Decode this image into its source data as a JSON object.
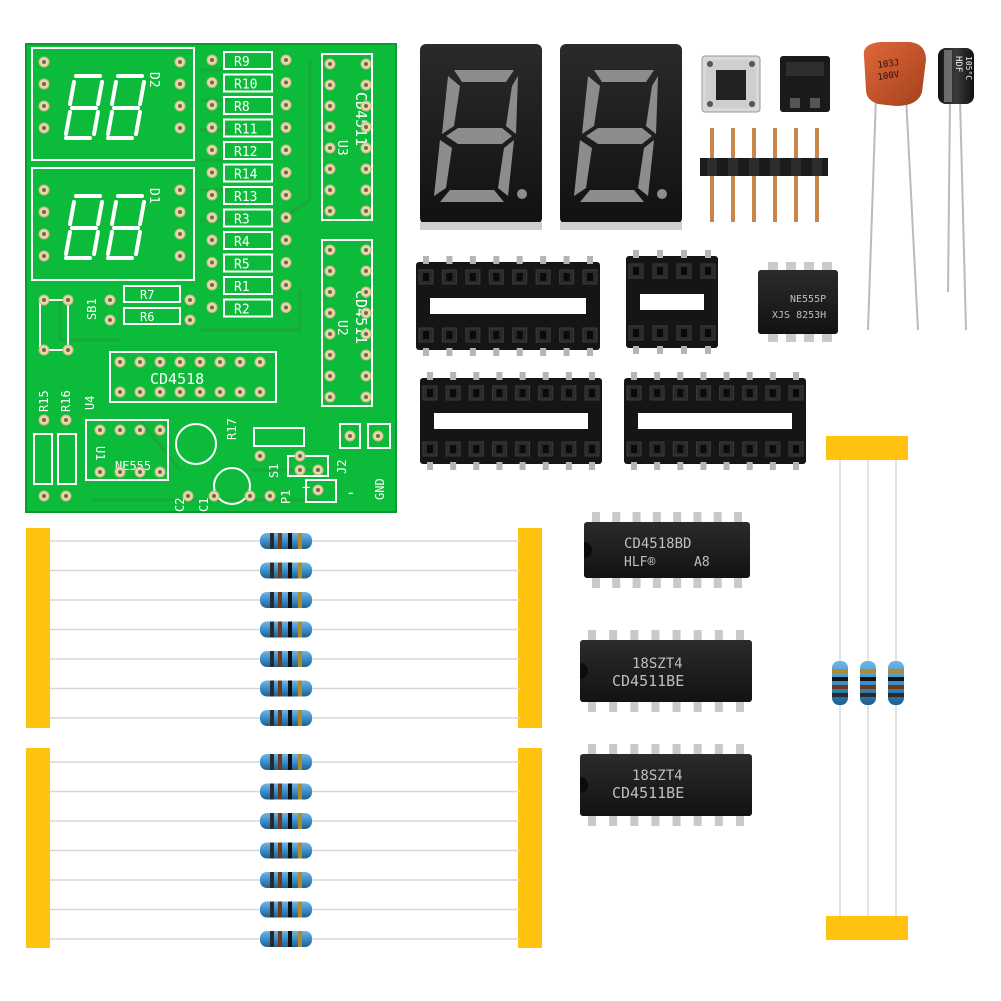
{
  "pcb": {
    "color": "#0dbb3a",
    "labels": {
      "d2": "D2",
      "d1": "D1",
      "u3": "U3",
      "u2": "U2",
      "u4": "U4",
      "u1": "U1",
      "cd4511_a": "CD4511",
      "cd4511_b": "CD4511",
      "cd4518": "CD4518",
      "ne555": "NE555",
      "sb1": "SB1",
      "r15": "R15",
      "r16": "R16",
      "r17": "R17",
      "c1": "C1",
      "c2": "C2",
      "s1": "S1",
      "p1": "P1",
      "j2": "J2",
      "gnd": "GND",
      "plus": "+",
      "minus": "-",
      "resistors_right": [
        "R9",
        "R10",
        "R8",
        "R11",
        "R12",
        "R14",
        "R13",
        "R3",
        "R4",
        "R5",
        "R1",
        "R2"
      ],
      "r7": "R7",
      "r6": "R6"
    }
  },
  "components": {
    "cap_marking": [
      "103J",
      "100V"
    ],
    "electrolytic_marking": [
      "HDF",
      "105°C"
    ],
    "ne555_chip": [
      "NE555P",
      "XJS 8253H"
    ],
    "ic1": [
      "CD4518BD",
      "HLF®",
      "A8"
    ],
    "ic2": [
      "18SZT4",
      "CD4511BE"
    ],
    "ic3": [
      "18SZT4",
      "CD4511BE"
    ]
  },
  "colors": {
    "tape": "#ffc20e",
    "resistor_body": "#3a8ec9",
    "chip": "#1c1c1c",
    "socket": "#151515",
    "pin_metal": "#c9c9c9",
    "header_gold": "#c8874a",
    "capacitor": "#c8542a",
    "pcb_green": "#0dbb3a",
    "pad_gold": "#e8d8a8"
  }
}
